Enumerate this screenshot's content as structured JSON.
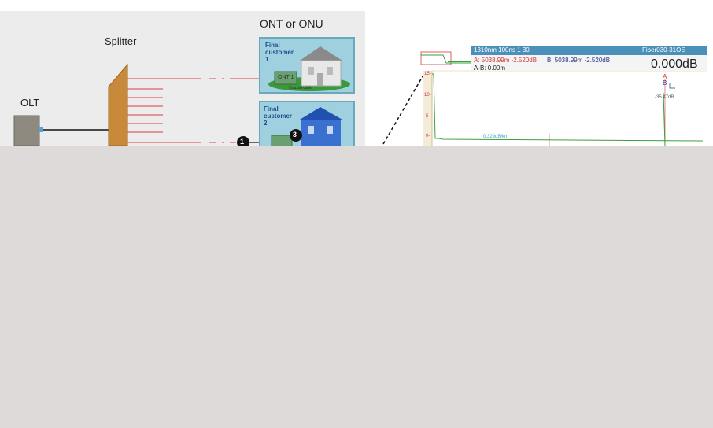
{
  "diagram": {
    "ont_title": "ONT or ONU",
    "splitter_label": "Splitter",
    "olt_label": "OLT",
    "customer1": {
      "line1": "Final",
      "line2": "customer",
      "line3": "1"
    },
    "customer2": {
      "line1": "Final",
      "line2": "customer",
      "line3": "2"
    },
    "ont1_label": "ONT 1",
    "coaxial_label": "Coaxial cable",
    "badge1": "1",
    "badge3": "3"
  },
  "otdr": {
    "header_left": "1310nm  100ns  1  30",
    "header_right": "Fiber030-31OE",
    "cursor_a": "A: 5038.99m -2.520dB",
    "cursor_b": "B: 5038.99m -2.520dB",
    "cursor_ab": "A-B: 0.00m",
    "delta_db": "0.000dB",
    "y_ticks": [
      "15-",
      "10-",
      "5-",
      "0-"
    ],
    "marker_a": "A",
    "marker_b": "B",
    "event_label": "-35.47dB",
    "small_label": "0.329dB/km"
  },
  "colors": {
    "fiber_red": "#e06060",
    "splitter_orange": "#c8893a",
    "trace_green": "#3aa03a",
    "header_blue": "#4a90b8",
    "cover_gray": "#dedada"
  }
}
